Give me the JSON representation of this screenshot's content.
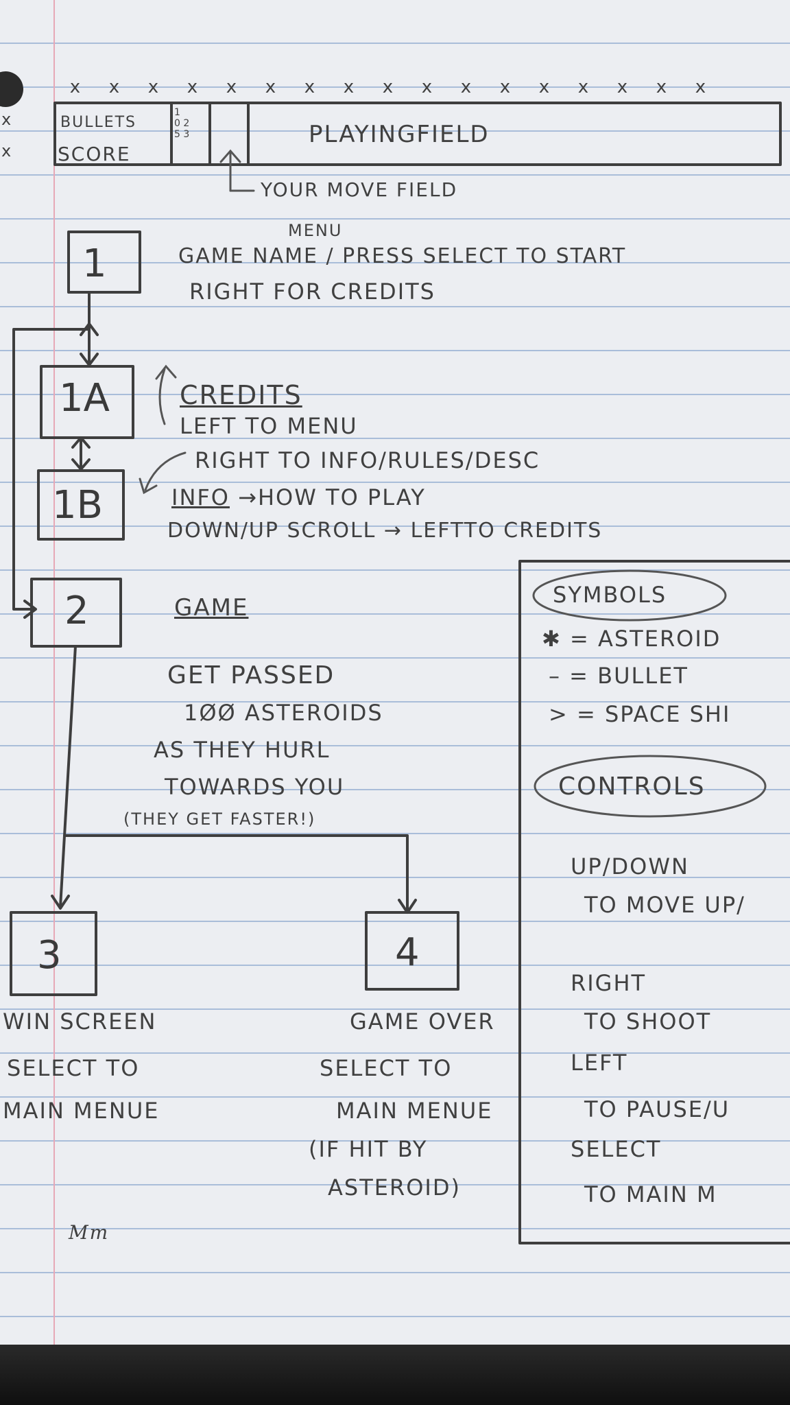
{
  "screen_layout": {
    "x_marks": [
      "x",
      "x",
      "x",
      "x",
      "x",
      "x",
      "x",
      "x",
      "x",
      "x",
      "x",
      "x",
      "x",
      "x",
      "x",
      "x",
      "x"
    ],
    "left_x_marks": [
      "x",
      "x"
    ],
    "bullets_label": "BULLETS",
    "score_label": "SCORE",
    "counter_digits": "1\n0 2\n5 3",
    "playing_field_label": "PLAYINGFIELD",
    "move_field_label": "YOUR MOVE FIELD"
  },
  "states": {
    "s1": {
      "label": "1",
      "title_top": "MENU",
      "line1": "GAME NAME / PRESS SELECT TO START",
      "line2": "RIGHT FOR CREDITS"
    },
    "s1a": {
      "label": "1A",
      "title": "CREDITS",
      "line1": "LEFT TO MENU",
      "line2": "RIGHT TO INFO/RULES/DESC"
    },
    "s1b": {
      "label": "1B",
      "title": "INFO",
      "line1": "→HOW TO PLAY",
      "line2": "DOWN/UP SCROLL → LEFTTO CREDITS"
    },
    "s2": {
      "label": "2",
      "title": "GAME",
      "desc": [
        "GET PASSED",
        "1ØØ ASTEROIDS",
        "AS THEY HURL",
        "TOWARDS YOU",
        "(THEY GET FASTER!)"
      ]
    },
    "s3": {
      "label": "3",
      "desc": [
        "WIN SCREEN",
        "SELECT TO",
        "MAIN MENUE"
      ]
    },
    "s4": {
      "label": "4",
      "desc": [
        "GAME OVER",
        "SELECT TO",
        "MAIN MENUE",
        "(IF HIT BY",
        "ASTEROID)"
      ]
    }
  },
  "legend": {
    "symbols_title": "SYMBOLS",
    "symbols": [
      "✱ = ASTEROID",
      "– = BULLET",
      "> = SPACE SHI"
    ],
    "controls_title": "CONTROLS",
    "controls": [
      "UP/DOWN",
      "TO MOVE UP/",
      "RIGHT",
      "TO SHOOT",
      "LEFT",
      "TO PAUSE/U",
      "SELECT",
      "TO MAIN M"
    ]
  },
  "signature": "Mm"
}
